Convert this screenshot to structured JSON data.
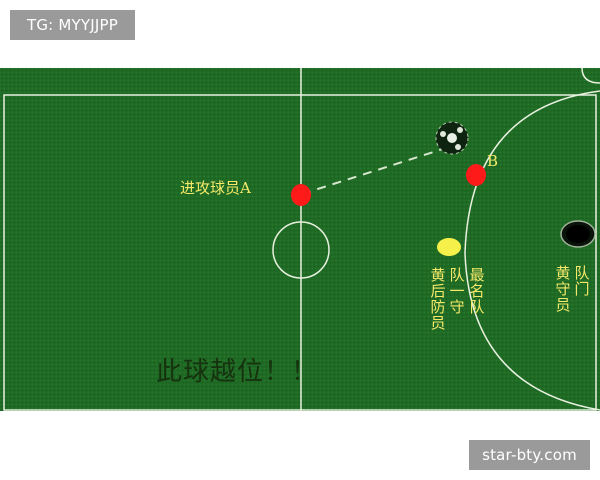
{
  "watermarks": {
    "top_left": "TG: MYYJJPP",
    "bottom_right": "star-bty.com"
  },
  "diagram": {
    "attacker_label": "进攻球员A",
    "point_b_label": "B",
    "last_defender_label": "黄队最后一名防守队员",
    "last_defender_columns": [
      "黄后防员",
      "队一守",
      "最名队"
    ],
    "goalkeeper_label": "黄队守门员",
    "goalkeeper_columns": [
      "黄守员",
      "队门"
    ],
    "caption": "此球越位！！"
  },
  "colors": {
    "pitch": "#1f6a24",
    "lines": "#e8f1e0",
    "red_player": "#ff1a1a",
    "yellow_player": "#f6f04a",
    "label_text": "#f4e96a"
  },
  "icons": {
    "ball": "soccer-ball-icon",
    "goal_hole": "goal-icon"
  }
}
